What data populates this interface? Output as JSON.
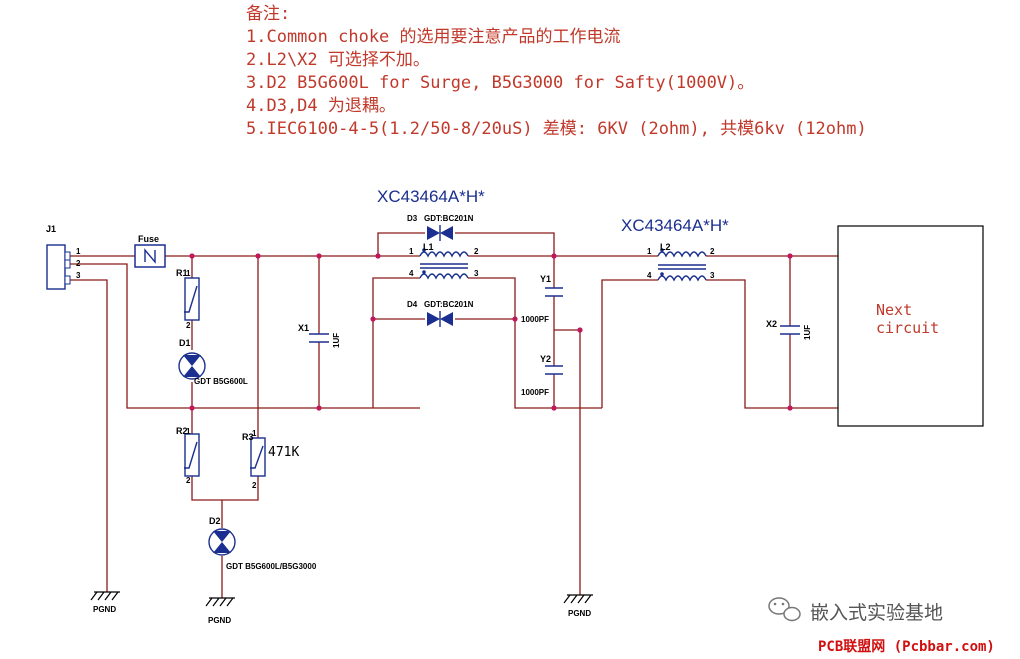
{
  "notes": {
    "title": "备注:",
    "lines": [
      "1.Common choke 的选用要注意产品的工作电流",
      "2.L2\\X2 可选择不加。",
      "3.D2 B5G600L for Surge, B5G3000 for Safty(1000V)。",
      "4.D3,D4 为退耦。",
      "5.IEC6100-4-5(1.2/50-8/20uS) 差模: 6KV (2ohm), 共模6kv (12ohm)"
    ]
  },
  "components": {
    "j1": "J1",
    "j1_pins": [
      "1",
      "2",
      "3"
    ],
    "fuse": "Fuse",
    "r1": "R1",
    "r1_pins": [
      "1",
      "2"
    ],
    "d1": "D1",
    "d1_part": "GDT B5G600L",
    "r2": "R2",
    "r2_pins": [
      "1",
      "2"
    ],
    "r3": "R3",
    "r3_pins": [
      "1",
      "2"
    ],
    "r3_value": "471K",
    "d2": "D2",
    "d2_part": "GDT B5G600L/B5G3000",
    "x1": "X1",
    "x1_value": "1UF",
    "choke1_title": "XC43464A*H*",
    "d3": "D3",
    "d3_part": "GDT:BC201N",
    "l1": "L1",
    "l1_pins": [
      "1",
      "2",
      "4",
      "3"
    ],
    "d4": "D4",
    "d4_part": "GDT:BC201N",
    "y1": "Y1",
    "y1_value": "1000PF",
    "y2": "Y2",
    "y2_value": "1000PF",
    "choke2_title": "XC43464A*H*",
    "l2": "L2",
    "l2_pins": [
      "1",
      "2",
      "4",
      "3"
    ],
    "x2": "X2",
    "x2_value": "1UF",
    "next_line1": "Next",
    "next_line2": "circuit",
    "pgnd": "PGND"
  },
  "watermark": {
    "account": "嵌入式实验基地",
    "site": "PCB联盟网 (Pcbbar.com)"
  },
  "colors": {
    "note_text": "#c0392b",
    "wire": "#8b1a1a",
    "component": "#1a2f8f",
    "junction": "#c0185a"
  }
}
